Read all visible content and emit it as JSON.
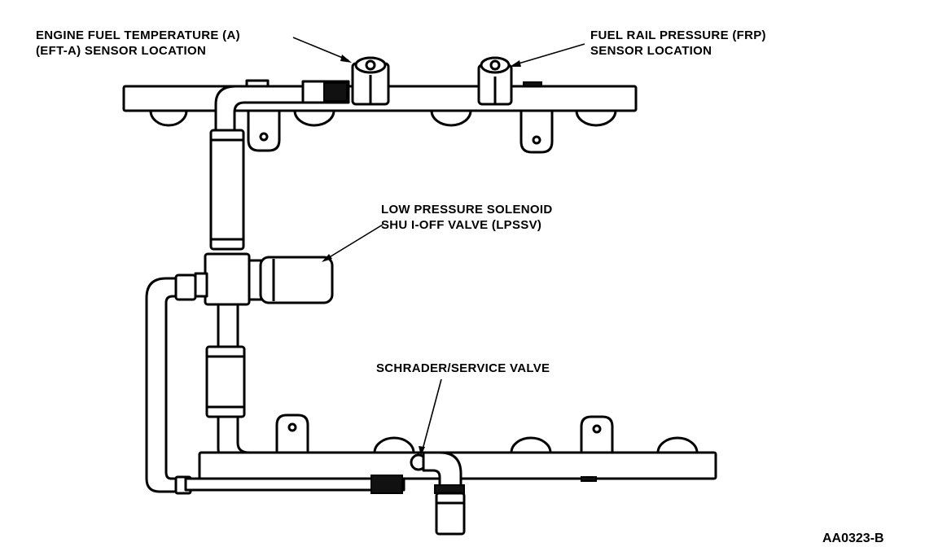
{
  "labels": {
    "eft_line1": "ENGINE FUEL TEMPERATURE (A)",
    "eft_line2": "(EFT-A) SENSOR LOCATION",
    "frp_line1": "FUEL RAIL PRESSURE (FRP)",
    "frp_line2": "SENSOR LOCATION",
    "lpssv_line1": "LOW PRESSURE SOLENOID",
    "lpssv_line2": "SHU I-OFF VALVE (LPSSV)",
    "schrader": "SCHRADER/SERVICE VALVE",
    "figure_code": "AA0323-B"
  }
}
